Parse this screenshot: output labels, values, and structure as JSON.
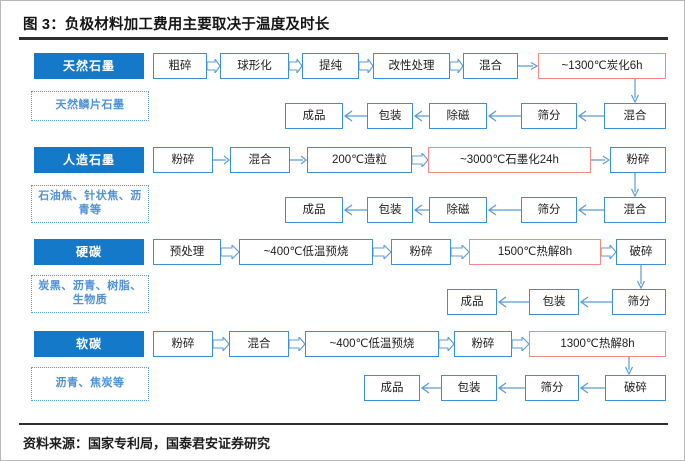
{
  "figure": {
    "title": "图 3：负极材料加工费用主要取决于温度及时长",
    "source": "资料来源：国家专利局，国泰君安证券研究",
    "accent_blue": "#1479c9",
    "step_border_blue": "#3d8fd5",
    "heat_border_red": "#f08a86",
    "material_text_blue": "#4f91d6",
    "arrow_color": "#5b9bd5"
  },
  "rows": [
    {
      "category": "天然石墨",
      "material": "天然鳞片石墨",
      "top_steps": [
        {
          "label": "粗碎",
          "kind": "step"
        },
        {
          "label": "球形化",
          "kind": "step"
        },
        {
          "label": "提纯",
          "kind": "step"
        },
        {
          "label": "改性处理",
          "kind": "step"
        },
        {
          "label": "混合",
          "kind": "step"
        },
        {
          "label": "~1300℃炭化6h",
          "kind": "heat"
        }
      ],
      "bottom_steps": [
        {
          "label": "混合",
          "kind": "step"
        },
        {
          "label": "筛分",
          "kind": "step"
        },
        {
          "label": "除磁",
          "kind": "step"
        },
        {
          "label": "包装",
          "kind": "step"
        },
        {
          "label": "成品",
          "kind": "step"
        }
      ]
    },
    {
      "category": "人造石墨",
      "material": "石油焦、针状焦、沥青等",
      "top_steps": [
        {
          "label": "粉碎",
          "kind": "step"
        },
        {
          "label": "混合",
          "kind": "step"
        },
        {
          "label": "200℃造粒",
          "kind": "step"
        },
        {
          "label": "~3000℃石墨化24h",
          "kind": "heat"
        },
        {
          "label": "粉碎",
          "kind": "step"
        }
      ],
      "bottom_steps": [
        {
          "label": "混合",
          "kind": "step"
        },
        {
          "label": "筛分",
          "kind": "step"
        },
        {
          "label": "除磁",
          "kind": "step"
        },
        {
          "label": "包装",
          "kind": "step"
        },
        {
          "label": "成品",
          "kind": "step"
        }
      ]
    },
    {
      "category": "硬碳",
      "material": "炭黑、沥青、树脂、生物质",
      "top_steps": [
        {
          "label": "预处理",
          "kind": "step"
        },
        {
          "label": "~400℃低温预烧",
          "kind": "step"
        },
        {
          "label": "粉碎",
          "kind": "step"
        },
        {
          "label": "1500℃热解8h",
          "kind": "heat"
        },
        {
          "label": "破碎",
          "kind": "step"
        }
      ],
      "bottom_steps": [
        {
          "label": "筛分",
          "kind": "step"
        },
        {
          "label": "包装",
          "kind": "step"
        },
        {
          "label": "成品",
          "kind": "step"
        }
      ]
    },
    {
      "category": "软碳",
      "material": "沥青、焦炭等",
      "top_steps": [
        {
          "label": "粉碎",
          "kind": "step"
        },
        {
          "label": "混合",
          "kind": "step"
        },
        {
          "label": "~400℃低温预烧",
          "kind": "step"
        },
        {
          "label": "粉碎",
          "kind": "step"
        },
        {
          "label": "1300℃热解8h",
          "kind": "heat"
        }
      ],
      "bottom_steps": [
        {
          "label": "破碎",
          "kind": "step"
        },
        {
          "label": "筛分",
          "kind": "step"
        },
        {
          "label": "包装",
          "kind": "step"
        },
        {
          "label": "成品",
          "kind": "step"
        }
      ]
    }
  ]
}
